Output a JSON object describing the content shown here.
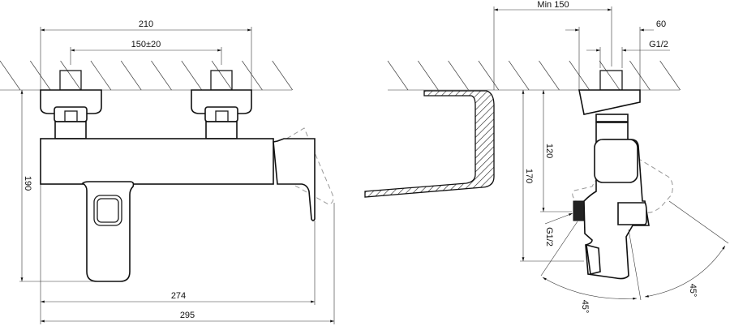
{
  "front_view": {
    "dim_width_total_label": "210",
    "dim_inlet_spacing_label": "150±20",
    "dim_height_label": "190",
    "dim_depth_274_label": "274",
    "dim_depth_295_label": "295"
  },
  "side_view": {
    "dim_min_clearance_label": "Min 150",
    "dim_60_label": "60",
    "dim_inlet_thread_label": "G1/2",
    "dim_120_label": "120",
    "dim_170_label": "170",
    "dim_outlet_thread_label": "G1/2",
    "angle_left_label": "45°",
    "angle_right_label": "45°"
  },
  "colors": {
    "line": "#1a1a1a",
    "dashed": "#999999"
  }
}
